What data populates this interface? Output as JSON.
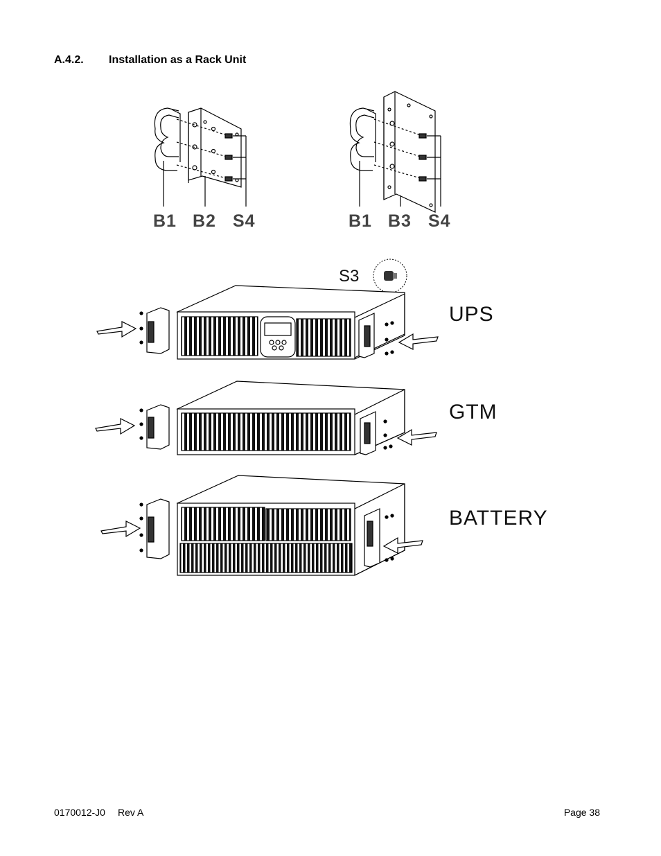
{
  "section": {
    "number": "A.4.2.",
    "title": "Installation as a Rack Unit"
  },
  "parts": {
    "left": [
      "B1",
      "B2",
      "S4"
    ],
    "right": [
      "B1",
      "B3",
      "S4"
    ],
    "screw": "S3"
  },
  "units": [
    "UPS",
    "GTM",
    "BATTERY"
  ],
  "footer": {
    "doc": "0170012-J0",
    "rev": "Rev A",
    "page": "Page 38"
  }
}
